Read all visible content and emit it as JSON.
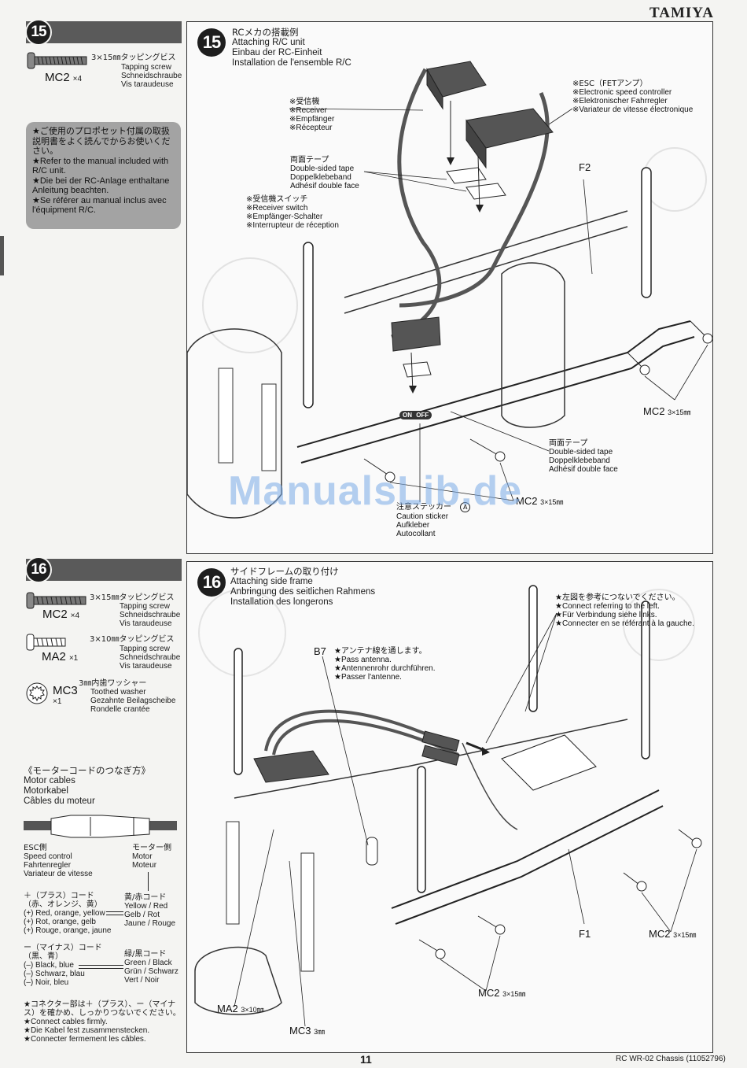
{
  "brand": "TAMIYA",
  "page_number": "11",
  "footer_title": "RC WR-02 Chassis (11052796)",
  "watermark": "ManualsLib.de",
  "step15": {
    "number": "15",
    "parts": [
      {
        "code": "MC2",
        "qty": "×4",
        "size_ja": "3×15㎜タッピングビス",
        "en": "Tapping screw",
        "de": "Schneidschraube",
        "fr": "Vis taraudeuse"
      }
    ],
    "note": {
      "ja": "★ご使用のプロポセット付属の取扱説明書をよく読んでからお使いください。",
      "en": "★Refer to the manual included with R/C unit.",
      "de": "★Die bei der RC-Anlage enthaltane Anleitung beachten.",
      "fr": "★Se référer au manual inclus avec l'équipment R/C."
    },
    "title": {
      "ja": "RCメカの搭載例",
      "en": "Attaching R/C unit",
      "de": "Einbau der RC-Einheit",
      "fr": "Installation de l'ensemble R/C"
    },
    "labels": {
      "receiver": [
        "※受信機",
        "※Receiver",
        "※Empfänger",
        "※Récepteur"
      ],
      "tape_top": [
        "両面テープ",
        "Double-sided tape",
        "Doppelklebeband",
        "Adhésif double face"
      ],
      "receiver_switch": [
        "※受信機スイッチ",
        "※Receiver switch",
        "※Empfänger-Schalter",
        "※Interrupteur de réception"
      ],
      "esc": [
        "※ESC（FETアンプ）",
        "※Electronic speed controller",
        "※Elektronischer Fahrregler",
        "※Variateur de vitesse électronique"
      ],
      "tape_bottom": [
        "両面テープ",
        "Double-sided tape",
        "Doppelklebeband",
        "Adhésif double face"
      ],
      "caution": [
        "注意ステッカー",
        "Caution sticker",
        "Aufkleber",
        "Autocollant"
      ],
      "caution_marker": "A",
      "f2": "F2",
      "mc2_right": {
        "code": "MC2",
        "size": "3×15㎜"
      },
      "mc2_bottom": {
        "code": "MC2",
        "size": "3×15㎜"
      },
      "switch_on": "ON",
      "switch_off": "OFF"
    }
  },
  "step16": {
    "number": "16",
    "parts": [
      {
        "code": "MC2",
        "qty": "×4",
        "size_ja": "3×15㎜タッピングビス",
        "en": "Tapping screw",
        "de": "Schneidschraube",
        "fr": "Vis taraudeuse"
      },
      {
        "code": "MA2",
        "qty": "×1",
        "size_ja": "3×10㎜タッピングビス",
        "en": "Tapping screw",
        "de": "Schneidschraube",
        "fr": "Vis taraudeuse"
      },
      {
        "code": "MC3",
        "qty": "×1",
        "size_ja": "3㎜内歯ワッシャー",
        "en": "Toothed washer",
        "de": "Gezahnte Beilagscheibe",
        "fr": "Rondelle crantée"
      }
    ],
    "motor_cables": {
      "title": [
        "《モーターコードのつなぎ方》",
        "Motor cables",
        "Motorkabel",
        "Câbles du moteur"
      ],
      "esc_side": [
        "ESC側",
        "Speed control",
        "Fahrtenregler",
        "Variateur de vitesse"
      ],
      "motor_side": [
        "モーター側",
        "Motor",
        "Moteur"
      ],
      "plus_cord": [
        "＋（プラス）コード",
        "（赤、オレンジ、黄）",
        "(+) Red, orange, yellow",
        "(+) Rot, orange, gelb",
        "(+) Rouge, orange, jaune"
      ],
      "yellow_red": [
        "黄/赤コード",
        "Yellow / Red",
        "Gelb / Rot",
        "Jaune / Rouge"
      ],
      "minus_cord": [
        "ー（マイナス）コード",
        "（黒、青）",
        "(–) Black, blue",
        "(–) Schwarz, blau",
        "(–) Noir, bleu"
      ],
      "green_black": [
        "緑/黒コード",
        "Green / Black",
        "Grün / Schwarz",
        "Vert / Noir"
      ],
      "notes": [
        "★コネクター部は＋（プラス）、ー（マイナス）を確かめ、しっかりつないでください。",
        "★Connect cables firmly.",
        "★Die Kabel fest zusammenstecken.",
        "★Connecter fermement les câbles."
      ]
    },
    "title": {
      "ja": "サイドフレームの取り付け",
      "en": "Attaching side frame",
      "de": "Anbringung des seitlichen Rahmens",
      "fr": "Installation des longerons"
    },
    "labels": {
      "connect_note": [
        "★左図を参考につないでください。",
        "★Connect referring to the left.",
        "★Für Verbindung siehe links.",
        "★Connecter en se référant à la gauche."
      ],
      "b7": "B7",
      "antenna": [
        "★アンテナ線を通します。",
        "★Pass antenna.",
        "★Antennenrohr durchführen.",
        "★Passer l'antenne."
      ],
      "f1": "F1",
      "mc2_right": {
        "code": "MC2",
        "size": "3×15㎜"
      },
      "mc2_bottom": {
        "code": "MC2",
        "size": "3×15㎜"
      },
      "ma2": {
        "code": "MA2",
        "size": "3×10㎜"
      },
      "mc3": {
        "code": "MC3",
        "size": "3㎜"
      }
    }
  }
}
